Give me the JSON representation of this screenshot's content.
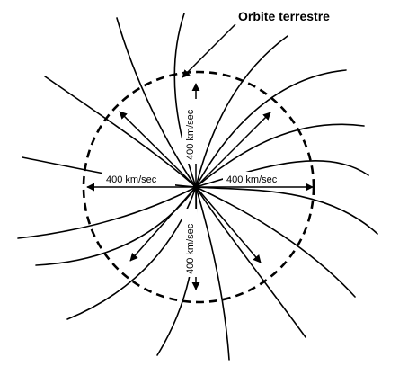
{
  "title": "Orbite terrestre",
  "speed_labels": {
    "left": "400 km/sec",
    "right": "400 km/sec",
    "up": "400 km/sec",
    "down": "400 km/sec"
  },
  "colors": {
    "ink": "#000000",
    "background": "#ffffff"
  }
}
